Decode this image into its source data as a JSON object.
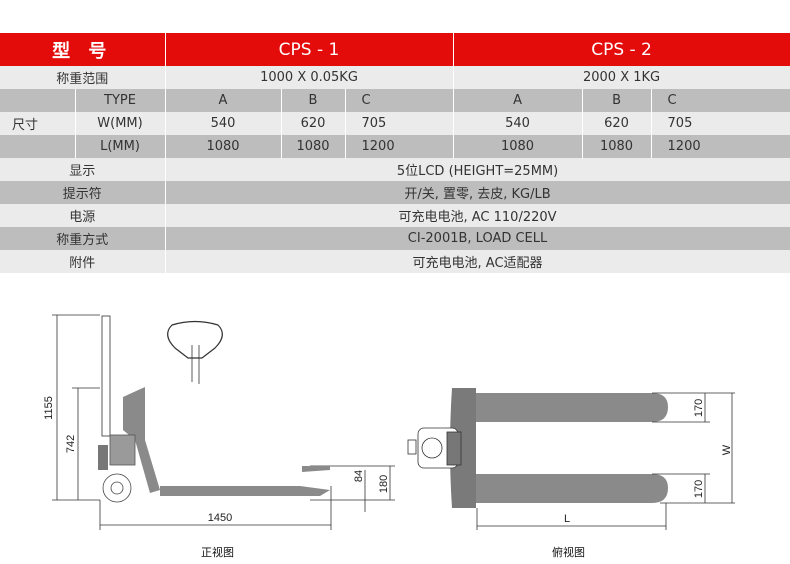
{
  "header": {
    "label": "型 号",
    "models": [
      "CPS - 1",
      "CPS - 2"
    ]
  },
  "rows": {
    "range": {
      "label": "称重范围",
      "cps1": "1000 X 0.05KG",
      "cps2": "2000 X 1KG"
    },
    "size": {
      "label": "尺寸",
      "type": {
        "label": "TYPE",
        "values": [
          "A",
          "B",
          "C",
          "A",
          "B",
          "C"
        ]
      },
      "w": {
        "label": "W(MM)",
        "values": [
          "540",
          "620",
          "705",
          "540",
          "620",
          "705"
        ]
      },
      "l": {
        "label": "L(MM)",
        "values": [
          "1080",
          "1080",
          "1200",
          "1080",
          "1080",
          "1200"
        ]
      }
    },
    "display": {
      "label": "显示",
      "value": "5位LCD (HEIGHT=25MM)"
    },
    "indicator": {
      "label": "提示符",
      "value": "开/关, 置零, 去皮, KG/LB"
    },
    "power": {
      "label": "电源",
      "value": "可充电电池, AC 110/220V"
    },
    "method": {
      "label": "称重方式",
      "value": "CI-2001B, LOAD CELL"
    },
    "accessory": {
      "label": "附件",
      "value": "可充电电池, AC适配器"
    }
  },
  "drawings": {
    "front": {
      "caption": "正视图",
      "dims": {
        "height": "1155",
        "handle": "742",
        "length": "1450",
        "fork_low": "84",
        "fork_high": "180"
      }
    },
    "top": {
      "caption": "俯视图",
      "dims": {
        "fork_w1": "170",
        "fork_w2": "170",
        "width": "W",
        "length": "L"
      }
    }
  },
  "colors": {
    "accent": "#e40b0b",
    "row_light": "#ebebeb",
    "row_dark": "#bdbdbd",
    "drawing": "#8a8a8a"
  }
}
